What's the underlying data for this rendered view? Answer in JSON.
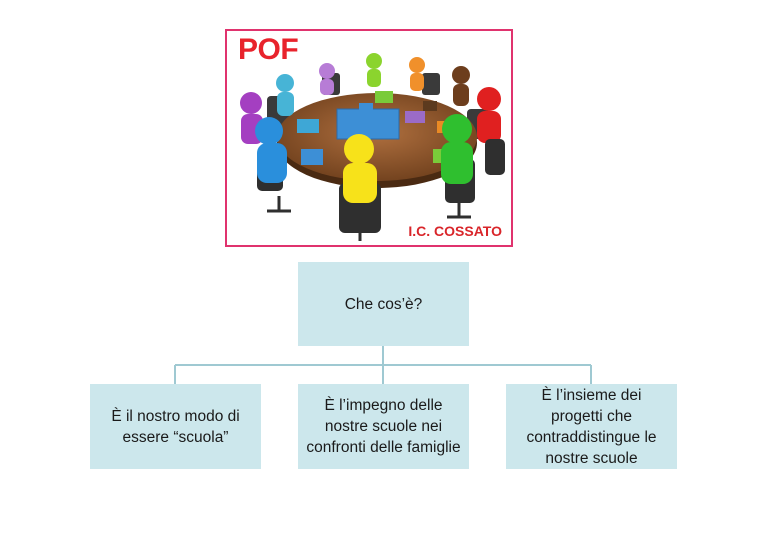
{
  "cover": {
    "title": "POF",
    "school": "I.C. COSSATO",
    "illustration": "people-around-table-puzzle"
  },
  "diagram": {
    "root": "Che  cos’è?",
    "children": [
      "È il nostro modo di essere “scuola”",
      "È l’impegno delle nostre scuole nei confronti delle famiglie",
      "È l’insieme dei progetti che contraddistingue le nostre scuole"
    ]
  },
  "colors": {
    "box_fill": "#cce7ec",
    "connector": "#9fc9d2",
    "cover_border": "#e0336e",
    "title_red": "#e8232c"
  }
}
